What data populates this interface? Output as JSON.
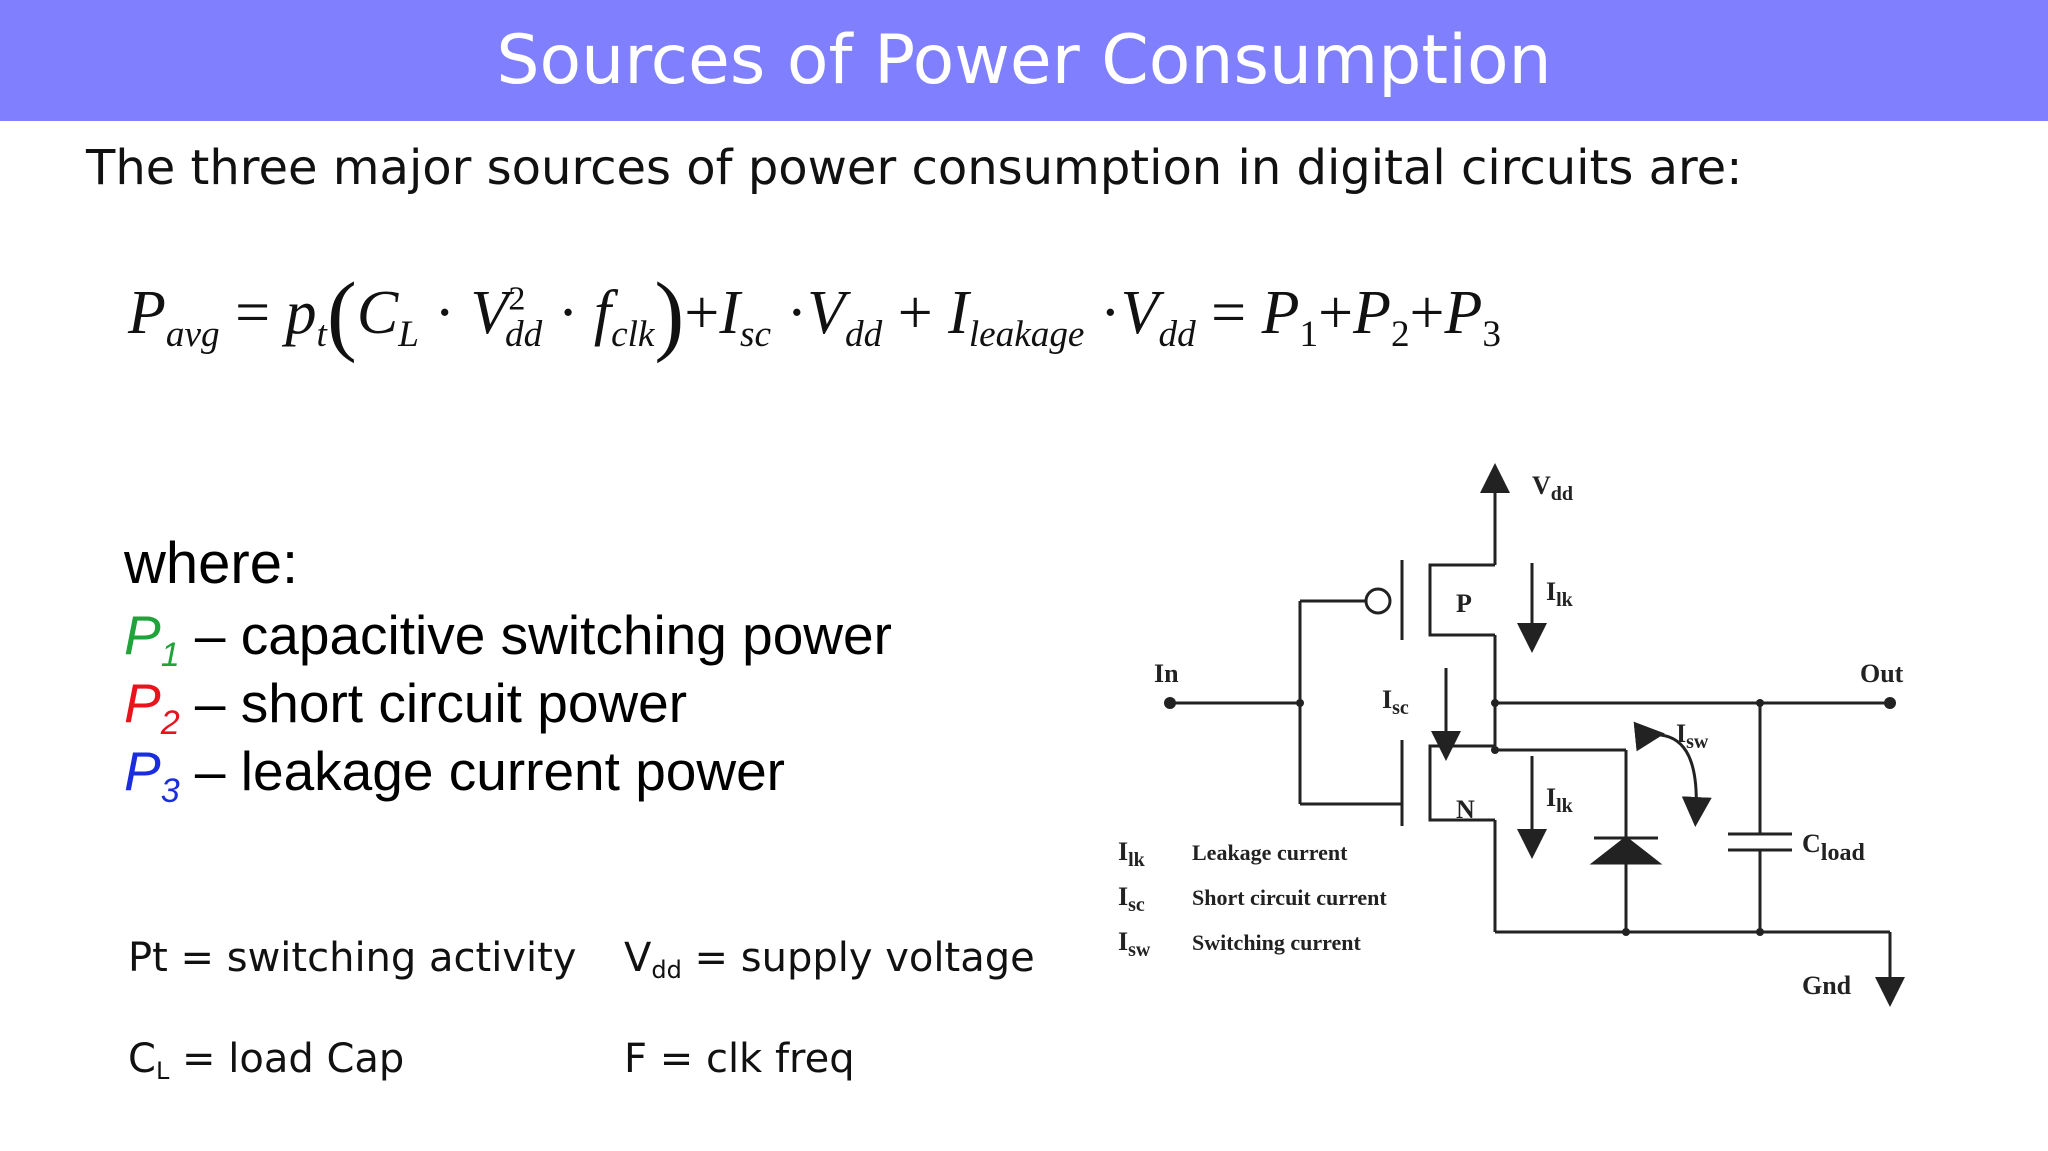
{
  "title": "Sources of Power Consumption",
  "intro": "The three major sources of power consumption in digital circuits are:",
  "equation": {
    "lhs": "P",
    "lhs_sub": "avg",
    "eq1": "=",
    "p": "p",
    "p_sub": "t",
    "lparen": "(",
    "c": "C",
    "c_sub": "L",
    "dot1": "·",
    "v1": "V",
    "v1_sup": "2",
    "v1_sub": "dd",
    "dot2": "·",
    "f": "f",
    "f_sub": "clk",
    "rparen": ")",
    "plus1": "+",
    "i1": "I",
    "i1_sub": "sc",
    "dot3": "·",
    "v2": "V",
    "v2_sub": "dd",
    "plus2": "+",
    "i2": "I",
    "i2_sub": "leakage",
    "dot4": "·",
    "v3": "V",
    "v3_sub": "dd",
    "eq2": "=",
    "r1": "P",
    "r1_sub": "1",
    "plus3": "+",
    "r2": "P",
    "r2_sub": "2",
    "plus4": "+",
    "r3": "P",
    "r3_sub": "3"
  },
  "where_label": "where:",
  "terms": [
    {
      "sym": "P",
      "sub": "1",
      "text": " – capacitive switching power",
      "color": "#1fa33a"
    },
    {
      "sym": "P",
      "sub": "2",
      "text": " – short circuit power",
      "color": "#e8141c"
    },
    {
      "sym": "P",
      "sub": "3",
      "text": " – leakage current power",
      "color": "#1a2ee0"
    }
  ],
  "notes": {
    "pt": "Pt = switching activity",
    "vdd_main": "V",
    "vdd_sub": "dd",
    "vdd_rest": " = supply voltage",
    "cl_main": "C",
    "cl_sub": "L",
    "cl_rest": " = load Cap",
    "f": "F = clk freq"
  },
  "circuit": {
    "vdd": "V",
    "vdd_sub": "dd",
    "in": "In",
    "out": "Out",
    "gnd": "Gnd",
    "p_label": "P",
    "n_label": "N",
    "ilk_top": "I",
    "ilk_top_sub": "lk",
    "ilk_bot": "I",
    "ilk_bot_sub": "lk",
    "isc": "I",
    "isc_sub": "sc",
    "isw": "I",
    "isw_sub": "sw",
    "cload": "C",
    "cload_sub": "load",
    "legend": [
      {
        "sym": "I",
        "sub": "lk",
        "desc": "Leakage current"
      },
      {
        "sym": "I",
        "sub": "sc",
        "desc": "Short circuit current"
      },
      {
        "sym": "I",
        "sub": "sw",
        "desc": "Switching current"
      }
    ]
  }
}
